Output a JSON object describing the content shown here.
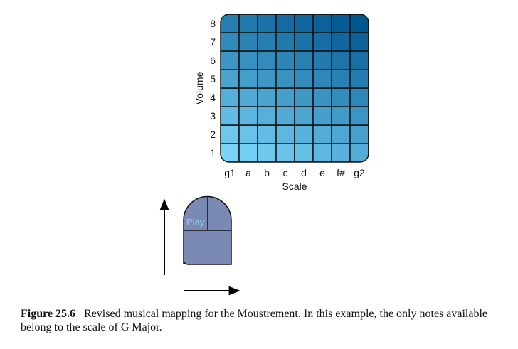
{
  "grid": {
    "x_axis_label": "Scale",
    "y_axis_label": "Volume",
    "scale_notes": [
      "g1",
      "a",
      "b",
      "c",
      "d",
      "e",
      "f#",
      "g2"
    ],
    "volume_levels": [
      "1",
      "2",
      "3",
      "4",
      "5",
      "6",
      "7",
      "8"
    ],
    "color_low": "#7ad4f8",
    "color_high": "#00568f"
  },
  "mouse": {
    "button_label": "Play",
    "body_color": "#7a8ab4",
    "label_color": "#8fd0f0"
  },
  "caption": {
    "label": "Figure 25.6",
    "text": "Revised musical mapping for the Moustrement. In this example, the only notes available belong to the scale of G Major."
  }
}
